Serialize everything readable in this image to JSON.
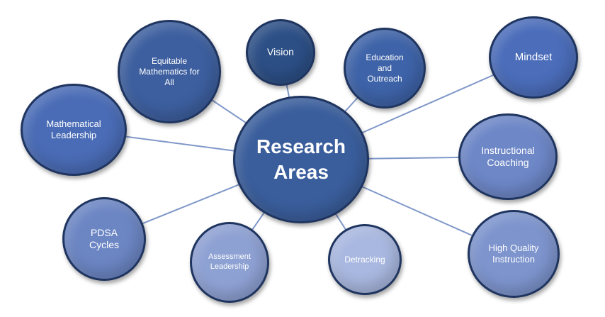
{
  "diagram": {
    "center": {
      "label": "Research\nAreas",
      "color": "#3a5e9c"
    },
    "nodes": [
      {
        "id": "vision",
        "label": "Vision",
        "color": "#2c4f86"
      },
      {
        "id": "equitable",
        "label": "Equitable\nMathematics for\nAll",
        "color": "#3d5f9f"
      },
      {
        "id": "education",
        "label": "Education\nand\nOutreach",
        "color": "#3e63a8"
      },
      {
        "id": "mindset",
        "label": "Mindset",
        "color": "#4b6dba"
      },
      {
        "id": "math-leadership",
        "label": "Mathematical\nLeadership",
        "color": "#4a6cb6"
      },
      {
        "id": "instructional",
        "label": "Instructional\nCoaching",
        "color": "#6d87c7"
      },
      {
        "id": "pdsa",
        "label": "PDSA\nCycles",
        "color": "#6c86c4"
      },
      {
        "id": "assessment",
        "label": "Assessment\nLeadership",
        "color": "#8ea1d3"
      },
      {
        "id": "detracking",
        "label": "Detracking",
        "color": "#a9b8e0"
      },
      {
        "id": "high-quality",
        "label": "High Quality\nInstruction",
        "color": "#7d94cd"
      }
    ],
    "connector_color": "#7f97c8"
  }
}
